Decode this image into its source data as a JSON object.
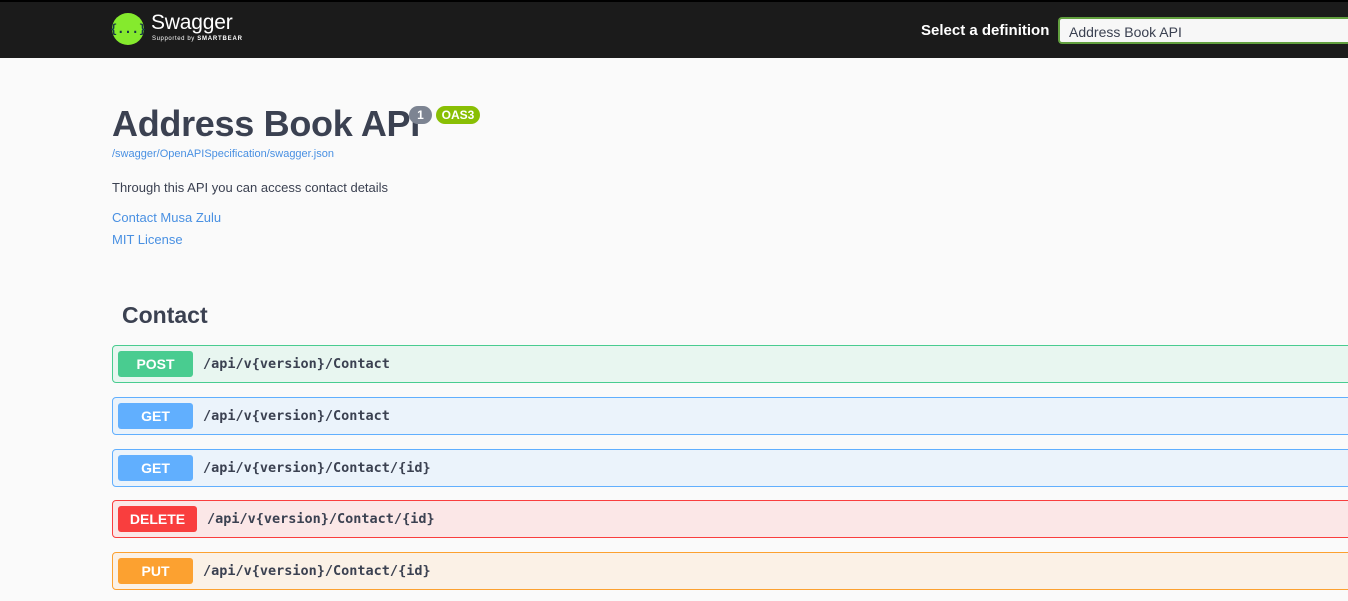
{
  "topbar": {
    "logo_title": "Swagger",
    "logo_sub_prefix": "Supported by",
    "logo_sub_brand": "SMARTBEAR",
    "logo_glyph": "{...}",
    "definition_label": "Select a definition",
    "definition_selected": "Address Book API"
  },
  "info": {
    "title": "Address Book API",
    "version": "1",
    "oas_badge": "OAS3",
    "spec_url": "/swagger/OpenAPISpecification/swagger.json",
    "description": "Through this API you can access contact details",
    "contact": "Contact Musa Zulu",
    "license": "MIT License"
  },
  "section": {
    "title": "Contact"
  },
  "operations": [
    {
      "method": "POST",
      "path": "/api/v{version}/Contact"
    },
    {
      "method": "GET",
      "path": "/api/v{version}/Contact"
    },
    {
      "method": "GET",
      "path": "/api/v{version}/Contact/{id}"
    },
    {
      "method": "DELETE",
      "path": "/api/v{version}/Contact/{id}"
    },
    {
      "method": "PUT",
      "path": "/api/v{version}/Contact/{id}"
    }
  ],
  "colors": {
    "post": "#49cc90",
    "get": "#61affe",
    "delete": "#f93e3e",
    "put": "#fca130",
    "link": "#4990e2",
    "logo": "#85ea2d"
  }
}
